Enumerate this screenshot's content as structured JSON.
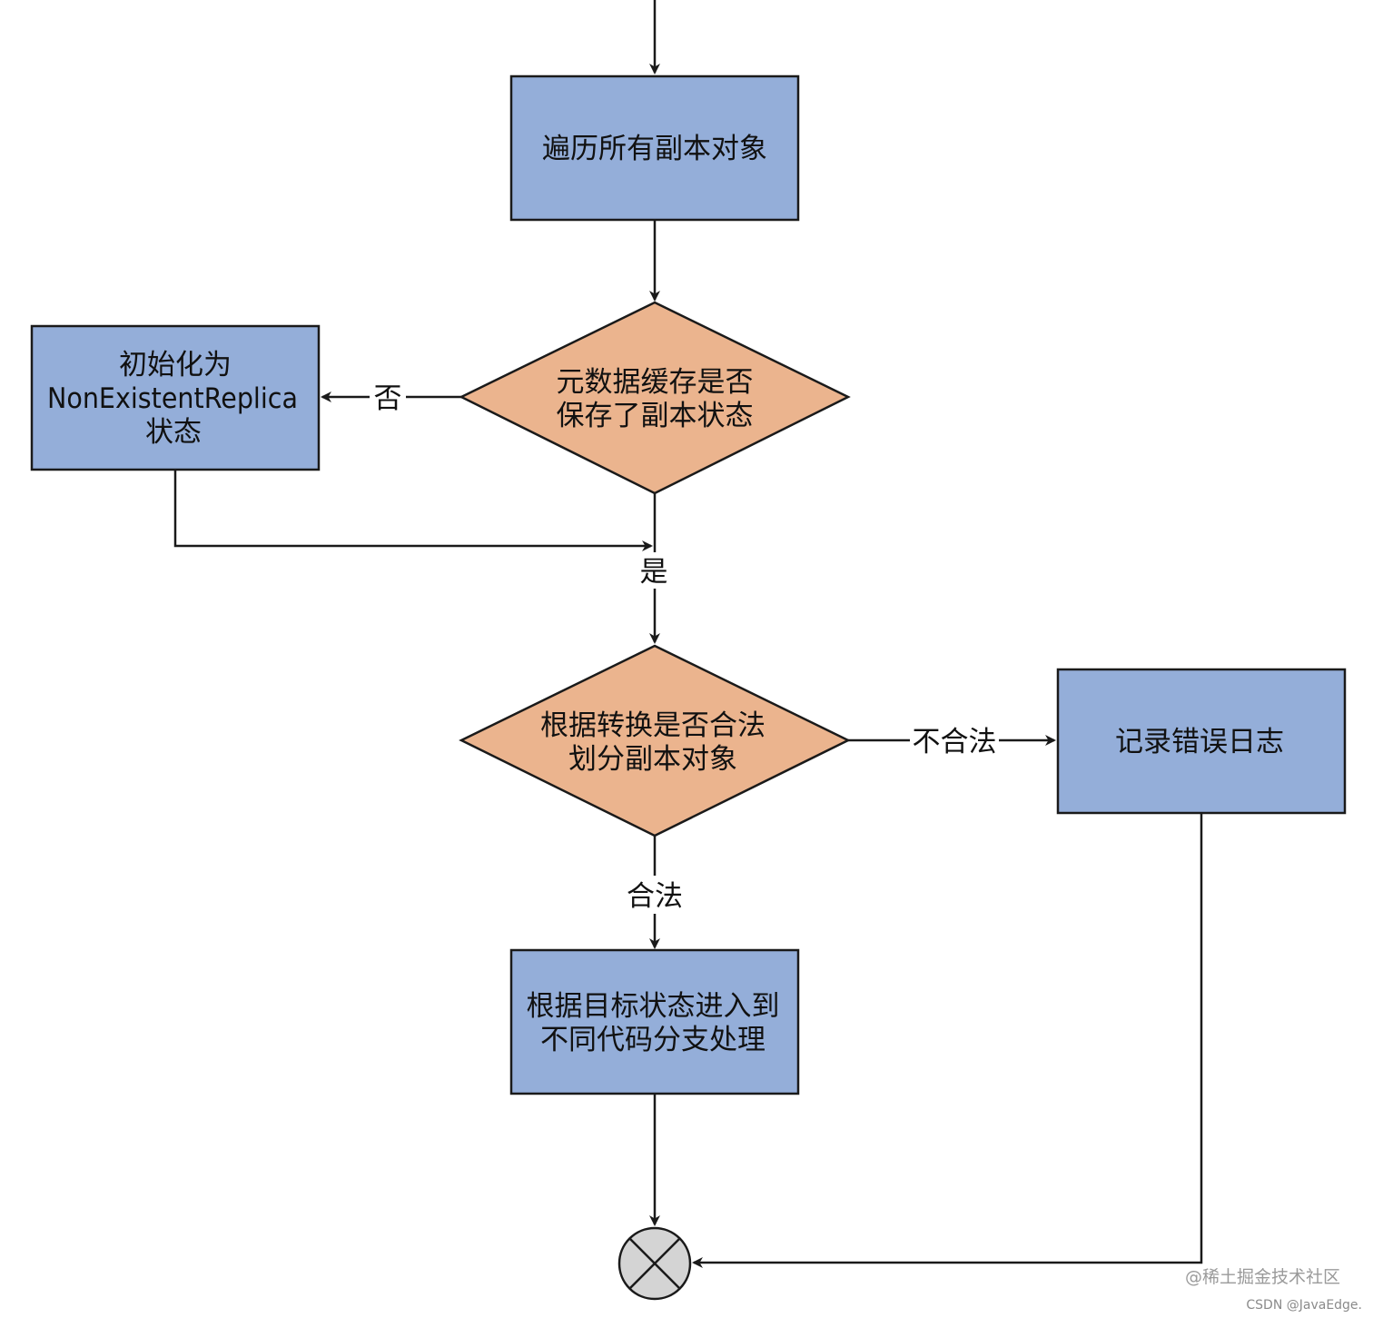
{
  "colors": {
    "process_fill": "#94AED9",
    "decision_fill": "#EBB48E",
    "stroke": "#1a1a1a",
    "terminal_fill": "#d4d4d4"
  },
  "nodes": {
    "traverse": {
      "lines": [
        "遍历所有副本对象"
      ]
    },
    "metadata_check": {
      "lines": [
        "元数据缓存是否",
        "保存了副本状态"
      ]
    },
    "init_state": {
      "lines": [
        "初始化为",
        "NonExistentReplica",
        "状态"
      ]
    },
    "transition_check": {
      "lines": [
        "根据转换是否合法",
        "划分副本对象"
      ]
    },
    "log_error": {
      "lines": [
        "记录错误日志"
      ]
    },
    "dispatch": {
      "lines": [
        "根据目标状态进入到",
        "不同代码分支处理"
      ]
    },
    "end": {
      "icon": "x-circle-icon"
    }
  },
  "edge_labels": {
    "no": "否",
    "yes": "是",
    "illegal": "不合法",
    "legal": "合法"
  },
  "watermarks": {
    "juejin": "@稀土掘金技术社区",
    "csdn": "CSDN @JavaEdge."
  }
}
